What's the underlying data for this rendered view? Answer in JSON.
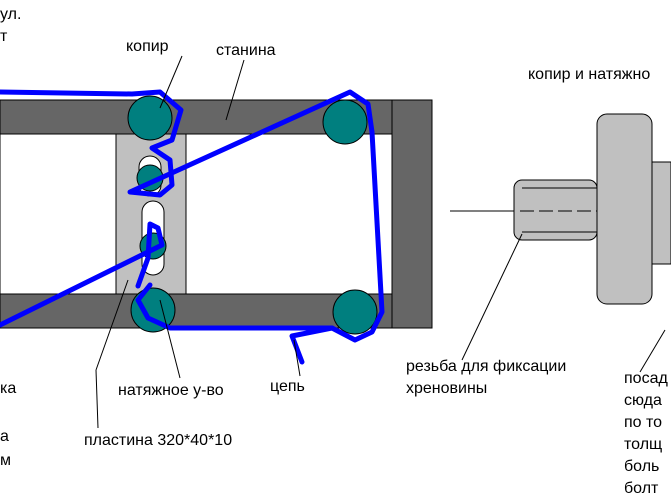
{
  "labels": {
    "top_left_1": "ул.",
    "top_left_2": "т",
    "kopir": "копир",
    "stanina": "станина",
    "kopir_natyazh": "копир и натяжно",
    "rezba_1": "резьба для фиксации",
    "rezba_2": "хреновины",
    "natyazh": "натяжное у-во",
    "tsep": "цепь",
    "plastina": "пластина 320*40*10",
    "left_1": "ка",
    "left_2": "а",
    "left_3": "м",
    "right_1": "посад",
    "right_2": "сюда",
    "right_3": "по то",
    "right_4": "толщ",
    "right_5": "боль",
    "right_6": "болт"
  },
  "colors": {
    "frame": "#666666",
    "plate": "#c0c0c0",
    "sprocket": "#007f7f",
    "chain": "#0000ff",
    "part": "#c0c0c0",
    "outline": "#000000"
  }
}
